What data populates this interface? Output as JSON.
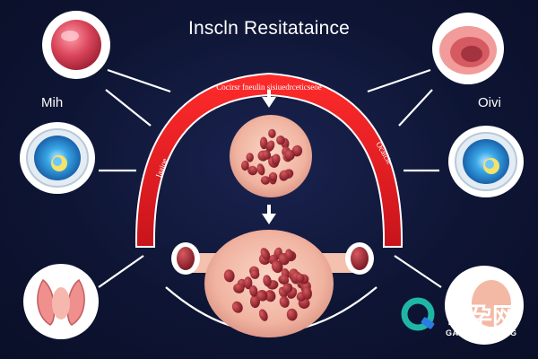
{
  "title": "Inscln Resitataince",
  "labels": {
    "left": "Mih",
    "right": "Oivi",
    "arc_top": "Cocirsr fneulin sisiuedrceticseoe",
    "arc_left": "Iaaioe",
    "arc_right": "Ocalcie"
  },
  "watermark": {
    "chinese": "帮孕网",
    "latin": "GANGYUNWANG"
  },
  "colors": {
    "background": "#0d1432",
    "arc_red": "#e21f26",
    "cell_pink": "#f4b9a5",
    "cell_red": "#9e2a33",
    "eye_blue": "#2b8fd8",
    "watermark_teal": "#1fb6a5"
  },
  "icons": [
    "pink-cell-icon",
    "blue-cell-icon",
    "kidney-cell-icon",
    "tissue-icon",
    "fat-cell-cluster-icon",
    "watermark-logo-icon"
  ]
}
